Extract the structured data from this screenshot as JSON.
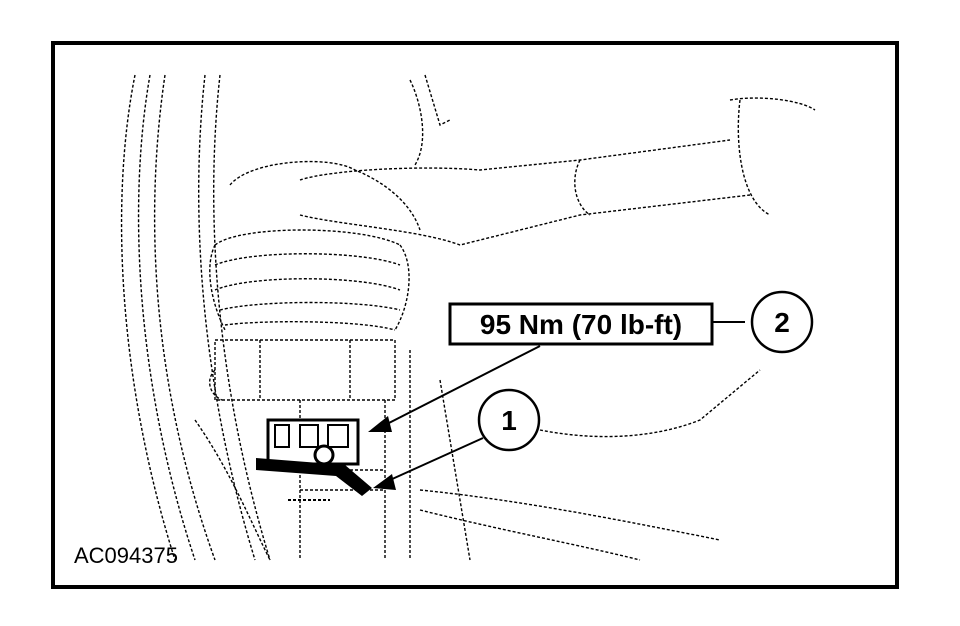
{
  "figure": {
    "torque_label": "95 Nm (70 lb-ft)",
    "callout_1": "1",
    "callout_2": "2",
    "figure_id": "AC094375"
  }
}
